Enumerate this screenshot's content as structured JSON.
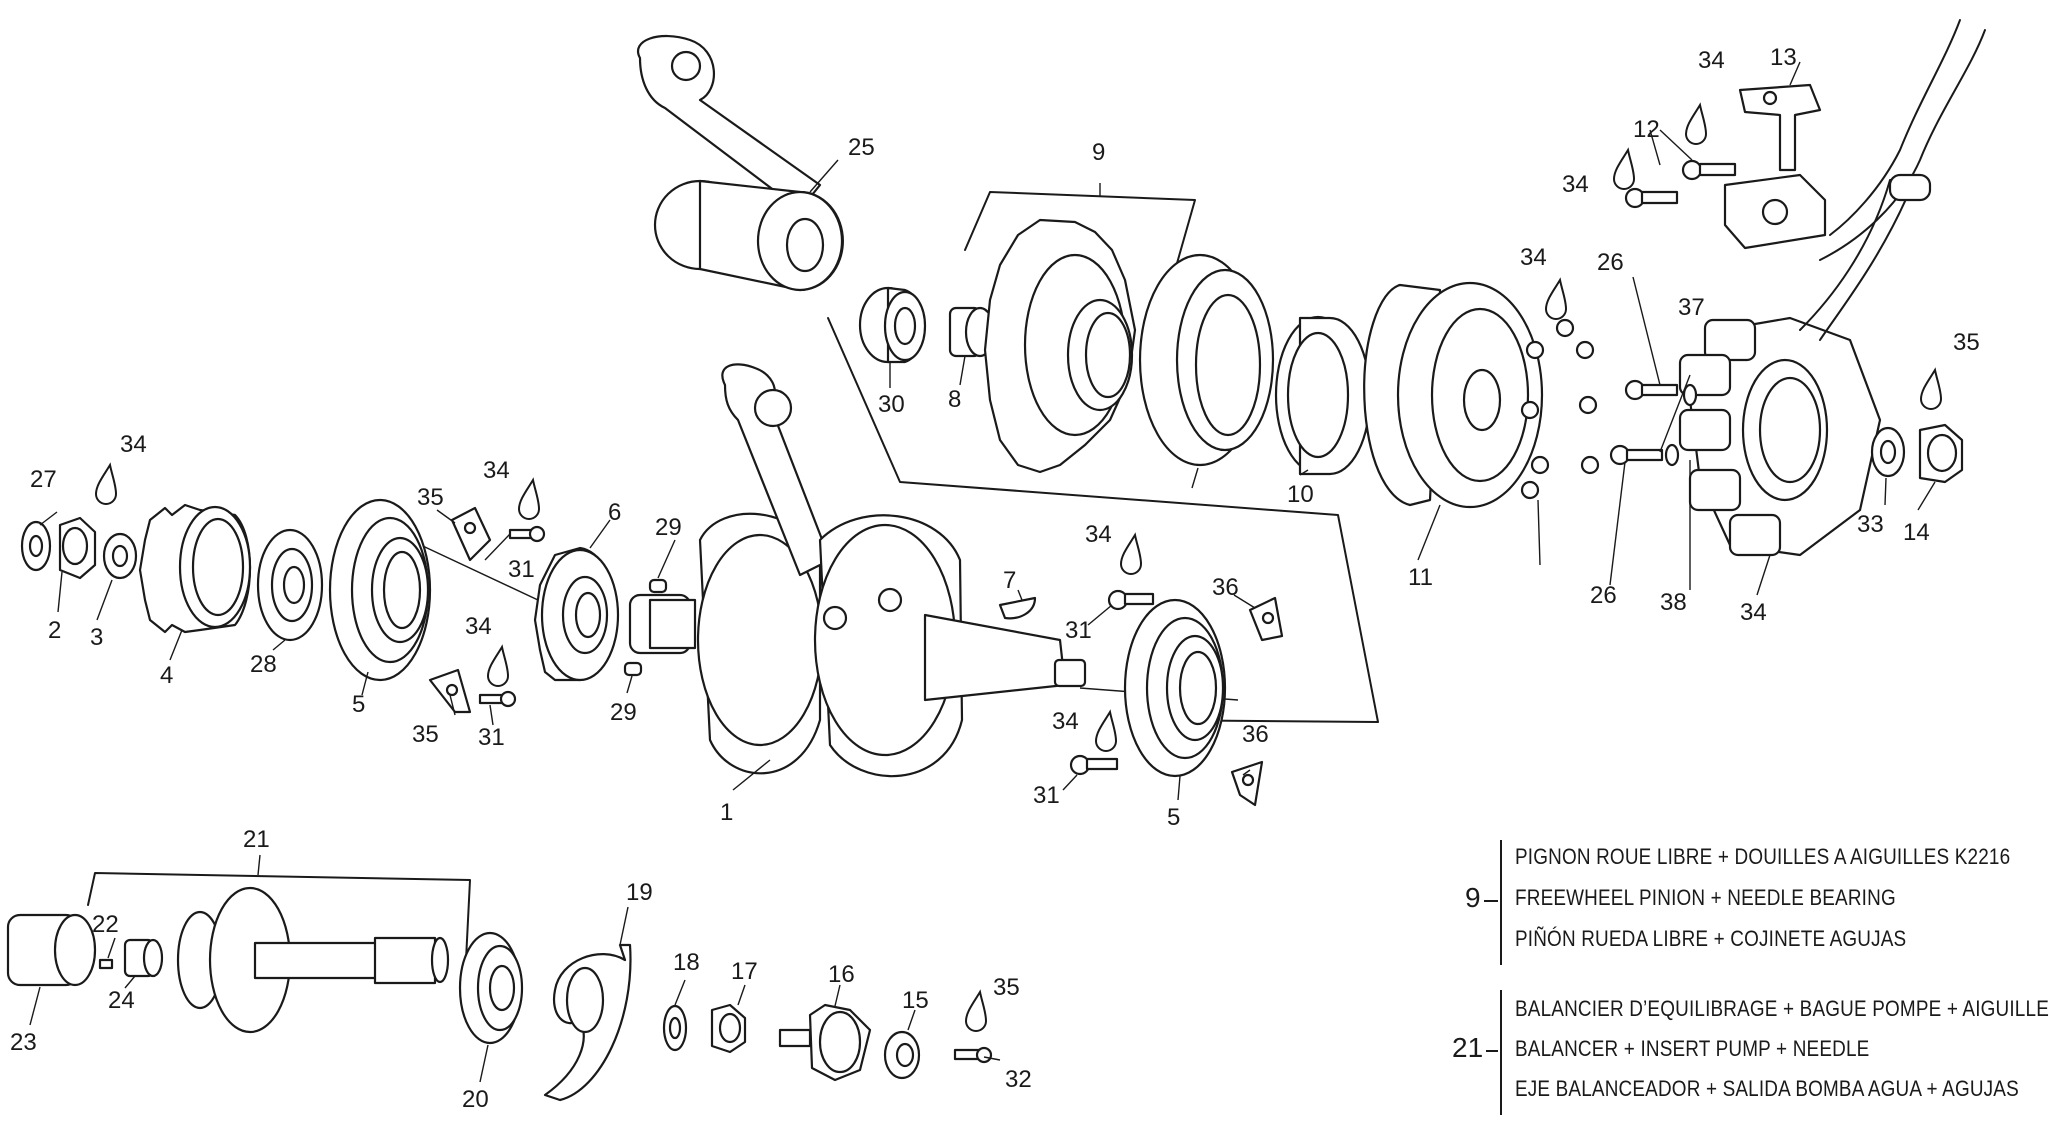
{
  "colors": {
    "ink": "#1a1a1a",
    "background": "#ffffff"
  },
  "callouts": [
    "1",
    "2",
    "3",
    "4",
    "5",
    "5",
    "6",
    "7",
    "8",
    "9",
    "10",
    "11",
    "12",
    "13",
    "14",
    "15",
    "16",
    "17",
    "18",
    "19",
    "20",
    "21",
    "22",
    "23",
    "24",
    "25",
    "26",
    "26",
    "27",
    "28",
    "29",
    "29",
    "30",
    "31",
    "31",
    "31",
    "31",
    "32",
    "33",
    "34",
    "34",
    "34",
    "34",
    "34",
    "34",
    "34",
    "34",
    "34",
    "35",
    "35",
    "35",
    "35",
    "36",
    "36",
    "37",
    "38"
  ],
  "legend": {
    "group_9": {
      "number": "9",
      "lines": [
        "PIGNON ROUE LIBRE + DOUILLES A AIGUILLES K2216",
        "FREEWHEEL PINION + NEEDLE BEARING",
        "PIÑÓN RUEDA LIBRE + COJINETE AGUJAS"
      ]
    },
    "group_21": {
      "number": "21",
      "lines": [
        "BALANCIER D’EQUILIBRAGE + BAGUE POMPE + AIGUILLE",
        "BALANCER + INSERT PUMP + NEEDLE",
        "EJE BALANCEADOR + SALIDA BOMBA AGUA + AGUJAS"
      ]
    }
  }
}
